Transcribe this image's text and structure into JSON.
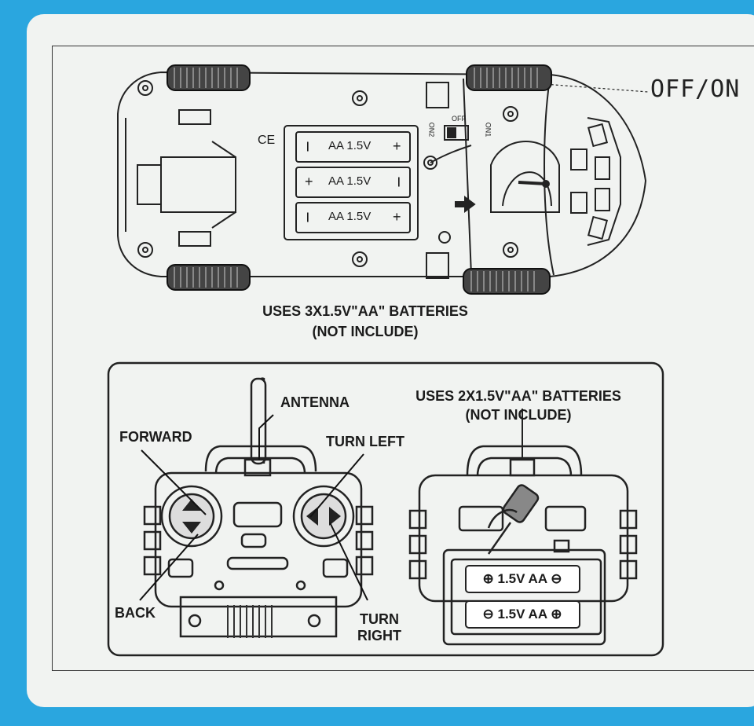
{
  "car": {
    "switch_label": "OFF/ON",
    "switch_off": "OFF",
    "switch_on1": "ON1",
    "switch_on2": "ON2",
    "battery_1": "AA 1.5V",
    "battery_2": "AA 1.5V",
    "battery_3": "AA 1.5V",
    "plus": "+",
    "minus": "|",
    "ce_mark": "CE",
    "caption_line1": "USES 3X1.5V\"AA\" BATTERIES",
    "caption_line2": "(NOT INCLUDE)"
  },
  "remote": {
    "antenna": "ANTENNA",
    "forward": "FORWARD",
    "back": "BACK",
    "turn_left": "TURN LEFT",
    "turn_right_1": "TURN",
    "turn_right_2": "RIGHT",
    "caption_line1": "USES 2X1.5V\"AA\" BATTERIES",
    "caption_line2": "(NOT INCLUDE)",
    "battery_1": "⊕ 1.5V AA ⊖",
    "battery_2": "⊖ 1.5V AA ⊕"
  }
}
